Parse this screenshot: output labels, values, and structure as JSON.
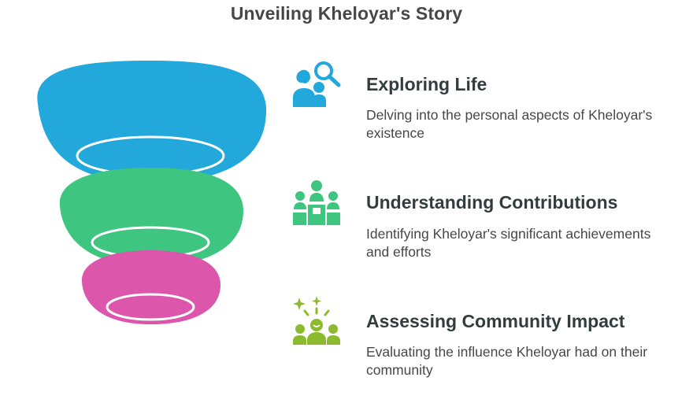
{
  "title": "Unveiling Kheloyar's Story",
  "colors": {
    "title": "#474747",
    "heading": "#333d3d",
    "description": "#474747",
    "tier_top": "#22a8da",
    "tier_middle": "#3ec57f",
    "tier_bottom": "#dc56ac",
    "icon_top": "#22a8da",
    "icon_middle": "#3ec57f",
    "icon_bottom": "#8cba2e"
  },
  "items": [
    {
      "heading": "Exploring Life",
      "description": "Delving into the personal aspects of Kheloyar's existence",
      "icon": "people-search-icon"
    },
    {
      "heading": "Understanding Contributions",
      "description": "Identifying Kheloyar's significant achievements and efforts",
      "icon": "podium-people-icon"
    },
    {
      "heading": "Assessing Community Impact",
      "description": "Evaluating the influence Kheloyar had on their community",
      "icon": "celebrating-community-icon"
    }
  ]
}
